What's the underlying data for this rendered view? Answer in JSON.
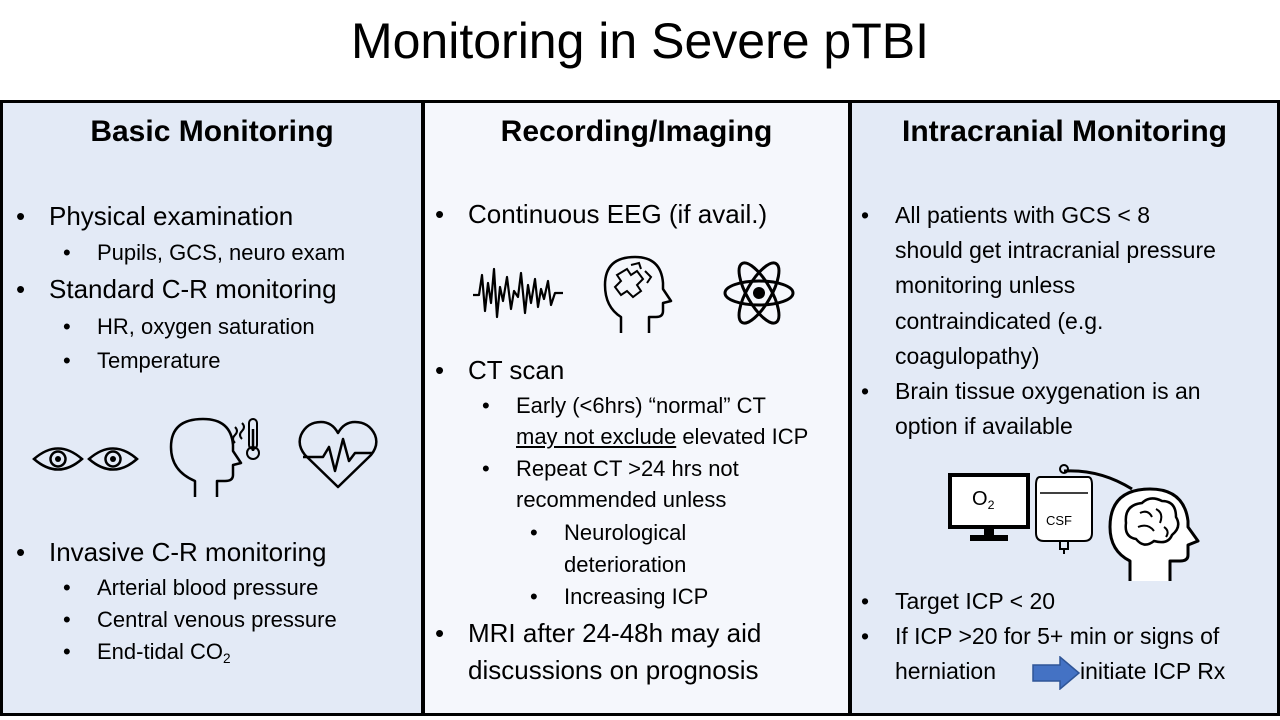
{
  "slide": {
    "title": "Monitoring in Severe pTBI"
  },
  "panels": {
    "basic": {
      "title": "Basic Monitoring",
      "items": [
        "Physical examination",
        "Pupils, GCS, neuro exam",
        "Standard C-R monitoring",
        "HR, oxygen saturation",
        "Temperature",
        "Invasive C-R monitoring",
        "Arterial blood pressure",
        "Central venous pressure",
        "End-tidal CO",
        "2"
      ],
      "icons": [
        "eyes-icon",
        "head-thermometer-icon",
        "heart-pulse-icon"
      ]
    },
    "recording": {
      "title": "Recording/Imaging",
      "items": [
        "Continuous EEG (if avail.)",
        "CT scan",
        "Early (<6hrs) “normal” CT",
        "may not exclude",
        " elevated ICP",
        "Repeat CT >24 hrs not",
        "recommended unless",
        "Neurological",
        "deterioration",
        "Increasing ICP",
        "MRI after 24-48h may aid",
        "discussions on prognosis"
      ],
      "icons": [
        "eeg-waveform-icon",
        "brain-puzzle-icon",
        "atom-icon"
      ]
    },
    "intracranial": {
      "title": "Intracranial Monitoring",
      "items": [
        "All patients with GCS < 8",
        "should get intracranial pressure",
        "monitoring unless",
        "contraindicated (e.g.",
        "coagulopathy)",
        "Brain tissue oxygenation is an",
        "option if available",
        "Target ICP < 20",
        "If ICP >20 for 5+ min or signs of",
        "herniation",
        "initiate ICP Rx"
      ],
      "monitor_label_o": "O",
      "monitor_label_sub": "2",
      "bag_label": "CSF",
      "icons": [
        "oxygen-monitor-icon",
        "csf-drain-bag-icon",
        "brain-head-icon",
        "arrow-right-icon"
      ],
      "arrow_color": "#4472c4"
    }
  }
}
